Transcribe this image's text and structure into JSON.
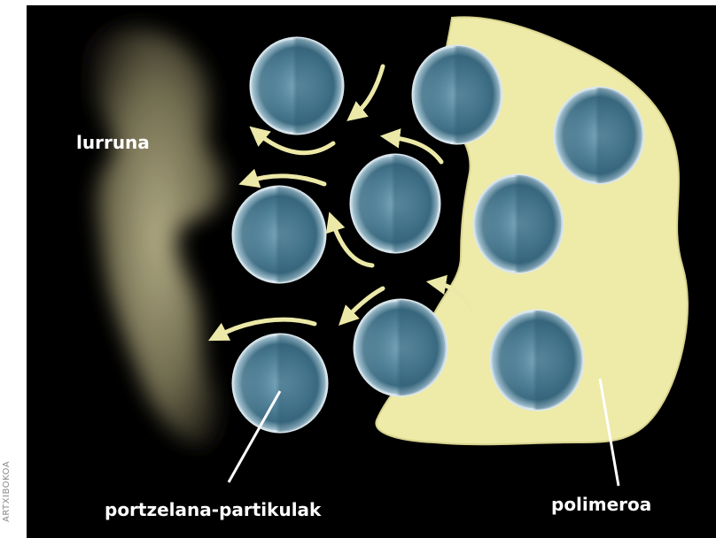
{
  "labels": {
    "vapor": "lurruna",
    "particles": "portzelana-partikulak",
    "polymer": "polimeroa"
  },
  "credit": "ARTXIBOKOA",
  "colors": {
    "background": "#000000",
    "polymer": "#eeeaa8",
    "particle": "#4f8098",
    "arrow": "#ece9a8",
    "vapor": "#8e8a66"
  }
}
